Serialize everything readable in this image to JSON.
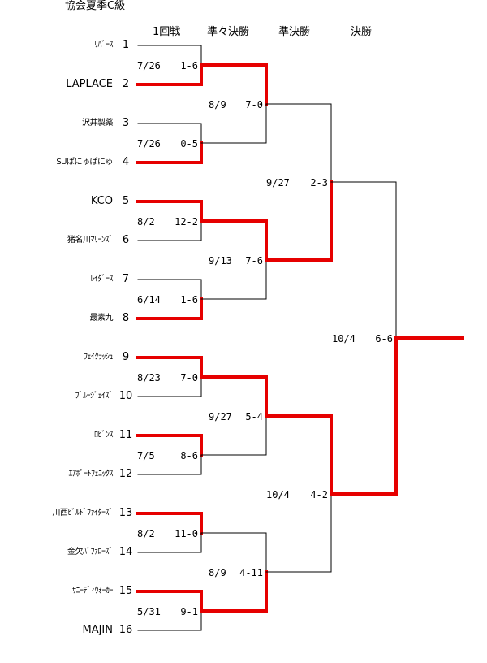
{
  "title": "協会夏季C級",
  "rounds": [
    "1回戦",
    "準々決勝",
    "準決勝",
    "決勝"
  ],
  "teams": [
    {
      "seed": "1",
      "name": "ﾘﾊﾞｰｽ"
    },
    {
      "seed": "2",
      "name": "LAPLACE"
    },
    {
      "seed": "3",
      "name": "沢井製薬"
    },
    {
      "seed": "4",
      "name": "SUぱにゅぱにゅ"
    },
    {
      "seed": "5",
      "name": "KCO"
    },
    {
      "seed": "6",
      "name": "猪名川ﾏﾘｰﾝｽﾞ"
    },
    {
      "seed": "7",
      "name": "ﾚｲﾀﾞｰｽ"
    },
    {
      "seed": "8",
      "name": "最素九"
    },
    {
      "seed": "9",
      "name": "ﾌｪｲｸﾗｯｼｭ"
    },
    {
      "seed": "10",
      "name": "ﾌﾞﾙｰｼﾞｪｲｽﾞ"
    },
    {
      "seed": "11",
      "name": "ﾛﾋﾞﾝｽ"
    },
    {
      "seed": "12",
      "name": "ｴｱﾎﾟｰﾄﾌｪﾆｯｸｽ"
    },
    {
      "seed": "13",
      "name": "川西ﾋﾞﾙﾄﾞﾌｧｲﾀｰｽﾞ"
    },
    {
      "seed": "14",
      "name": "金欠ﾊﾞﾌｧﾛｰｽﾞ"
    },
    {
      "seed": "15",
      "name": "ｻﾆｰﾃﾞｨｳｫｰｶｰ"
    },
    {
      "seed": "16",
      "name": "MAJIN"
    }
  ],
  "matches": {
    "r1": [
      {
        "date": "7/26",
        "score": "1-6",
        "winner": "bottom"
      },
      {
        "date": "7/26",
        "score": "0-5",
        "winner": "bottom"
      },
      {
        "date": "8/2",
        "score": "12-2",
        "winner": "top"
      },
      {
        "date": "6/14",
        "score": "1-6",
        "winner": "bottom"
      },
      {
        "date": "8/23",
        "score": "7-0",
        "winner": "top"
      },
      {
        "date": "7/5",
        "score": "8-6",
        "winner": "top"
      },
      {
        "date": "8/2",
        "score": "11-0",
        "winner": "top"
      },
      {
        "date": "5/31",
        "score": "9-1",
        "winner": "top"
      }
    ],
    "qf": [
      {
        "date": "8/9",
        "score": "7-0",
        "winner": "top"
      },
      {
        "date": "9/13",
        "score": "7-6",
        "winner": "top"
      },
      {
        "date": "9/27",
        "score": "5-4",
        "winner": "top"
      },
      {
        "date": "8/9",
        "score": "4-11",
        "winner": "bottom"
      }
    ],
    "sf": [
      {
        "date": "9/27",
        "score": "2-3",
        "winner": "bottom"
      },
      {
        "date": "10/4",
        "score": "4-2",
        "winner": "top"
      }
    ],
    "final": [
      {
        "date": "10/4",
        "score": "6-6",
        "winner": "bottom"
      }
    ]
  },
  "colors": {
    "winner_line": "#e60000",
    "line": "#000000"
  }
}
